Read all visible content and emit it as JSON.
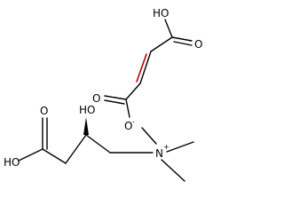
{
  "molecule": {
    "labels": {
      "fumarate_acid_oh": "HO",
      "fumarate_carbonyl_o": "O",
      "fumarate_left_o": "O",
      "fumarate_anion_o": "O",
      "anion_charge": "-",
      "carnitine_hydroxyl": "HO",
      "carnitine_acid_oh": "HO",
      "carnitine_carbonyl_o": "O",
      "ammonium_n": "N",
      "ammonium_charge": "+"
    },
    "colors": {
      "bond": "#000000",
      "double_bond": "#c00000",
      "background": "#ffffff"
    }
  }
}
